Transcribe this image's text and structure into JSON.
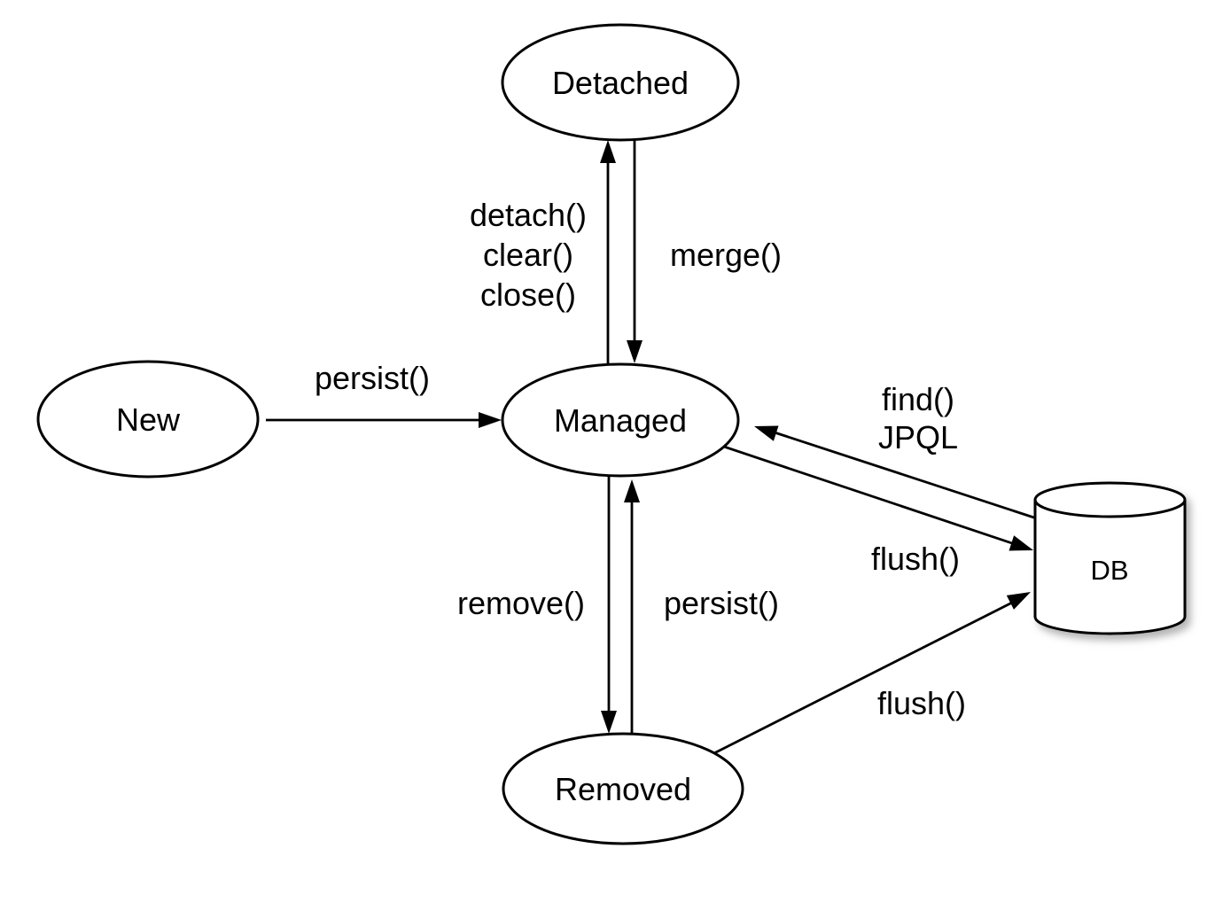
{
  "diagram": {
    "type": "state-diagram",
    "subject": "JPA entity lifecycle states",
    "colors": {
      "background": "#ffffff",
      "stroke": "#000000",
      "node_fill": "#ffffff",
      "text": "#000000",
      "db_shadow": "#8a8a8a"
    },
    "nodes": {
      "new": {
        "label": "New",
        "shape": "ellipse"
      },
      "detached": {
        "label": "Detached",
        "shape": "ellipse"
      },
      "managed": {
        "label": "Managed",
        "shape": "ellipse"
      },
      "removed": {
        "label": "Removed",
        "shape": "ellipse"
      },
      "db": {
        "label": "DB",
        "shape": "cylinder"
      }
    },
    "edges": {
      "persist_new_to_managed": {
        "from": "New",
        "to": "Managed",
        "label": "persist()"
      },
      "detach_managed_to_detached": {
        "from": "Managed",
        "to": "Detached",
        "labels": [
          "detach()",
          "clear()",
          "close()"
        ]
      },
      "merge_detached_to_managed": {
        "from": "Detached",
        "to": "Managed",
        "label": "merge()"
      },
      "remove_managed_to_removed": {
        "from": "Managed",
        "to": "Removed",
        "label": "remove()"
      },
      "persist_removed_to_managed": {
        "from": "Removed",
        "to": "Managed",
        "label": "persist()"
      },
      "find_db_to_managed": {
        "from": "DB",
        "to": "Managed",
        "labels": [
          "find()",
          "JPQL"
        ]
      },
      "flush_managed_to_db": {
        "from": "Managed",
        "to": "DB",
        "label": "flush()"
      },
      "flush_removed_to_db": {
        "from": "Removed",
        "to": "DB",
        "label": "flush()"
      }
    }
  }
}
